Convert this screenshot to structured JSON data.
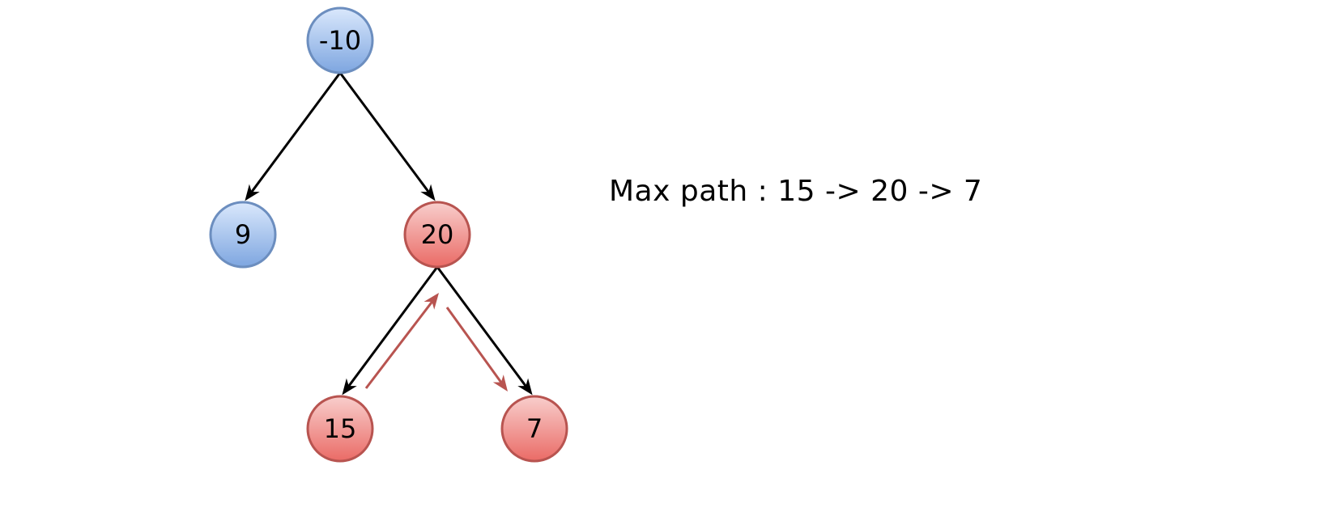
{
  "colors": {
    "blue_fill_top": "#dae8fc",
    "blue_fill_bottom": "#7ea6e0",
    "blue_stroke": "#6c8ebf",
    "red_fill_top": "#f8cecc",
    "red_fill_bottom": "#ea6b66",
    "red_stroke": "#b85450",
    "edge": "#000000",
    "path_arrow": "#b85450"
  },
  "nodes": {
    "root": {
      "label": "-10",
      "style": "blue"
    },
    "left": {
      "label": "9",
      "style": "blue"
    },
    "right": {
      "label": "20",
      "style": "red"
    },
    "right_left": {
      "label": "15",
      "style": "red"
    },
    "right_right": {
      "label": "7",
      "style": "red"
    }
  },
  "edges": [
    {
      "from": "root",
      "to": "left"
    },
    {
      "from": "root",
      "to": "right"
    },
    {
      "from": "right",
      "to": "right_left"
    },
    {
      "from": "right",
      "to": "right_right"
    }
  ],
  "highlighted_path": [
    "right_left",
    "right",
    "right_right"
  ],
  "caption": "Max path : 15 -> 20 -> 7"
}
